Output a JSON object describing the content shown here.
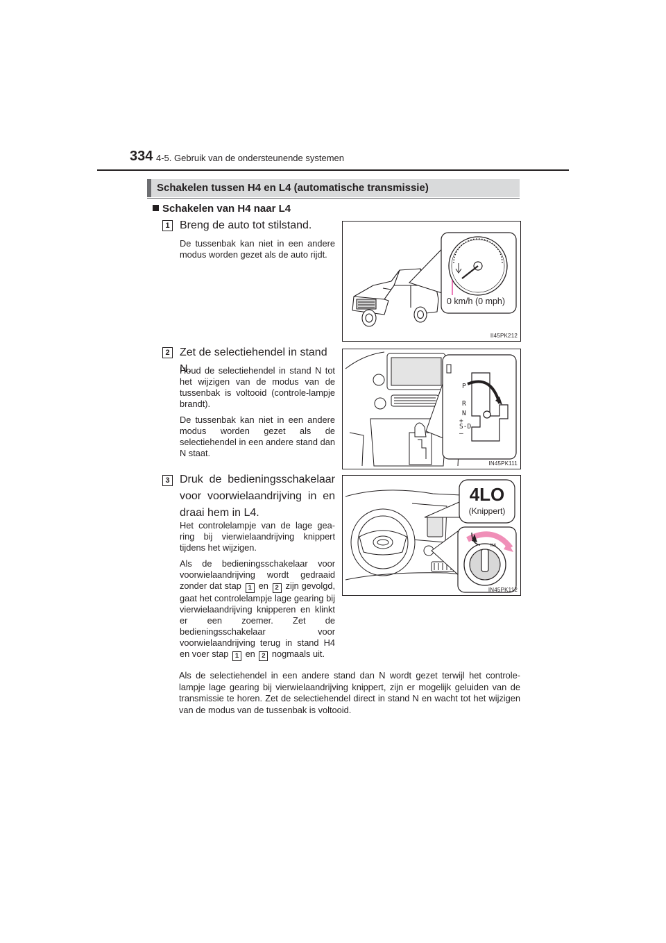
{
  "header": {
    "page_number": "334",
    "chapter": "4-5. Gebruik van de ondersteunende systemen"
  },
  "section": {
    "title": "Schakelen tussen H4 en L4 (automatische transmissie)",
    "subheading": "Schakelen van H4 naar L4"
  },
  "steps": [
    {
      "number": "1",
      "title": "Breng de auto tot stilstand.",
      "body": [
        "De tussenbak kan niet in een andere modus worden gezet als de auto rijdt."
      ],
      "figure": {
        "id": "II45PK212",
        "callout": "0 km/h (0 mph)"
      }
    },
    {
      "number": "2",
      "title": "Zet de selectiehendel in stand N.",
      "body": [
        "Houd de selectiehendel in stand N tot het wijzigen van de modus van de tussenbak is voltooid (controle-lampje brandt).",
        "De tussenbak kan niet in een andere modus worden gezet als de selectiehendel in een andere stand dan N staat."
      ],
      "figure": {
        "id": "IN45PK111",
        "gate_labels": [
          "P",
          "R",
          "N",
          "+",
          "S-D",
          "–"
        ]
      }
    },
    {
      "number": "3",
      "title": "Druk de bedieningsschakelaar voor voorwielaandrijving in en draai hem in L4.",
      "body_1": "Het controlelampje van de lage gea-ring bij vierwielaandrijving knippert tijdens het wijzigen.",
      "body_2": {
        "part1": "Als de bedieningsschakelaar voor voorwielaandrijving wordt gedraaid zonder dat stap",
        "ref1": "1",
        "part2": "en",
        "ref2": "2",
        "part3": "zijn gevolgd, gaat het controlelampje lage gearing bij vierwielaandrijving knipperen en klinkt er een zoemer. Zet de bedieningsschakelaar voor voorwielaandrijving terug in stand H4 en voer stap",
        "ref3": "1",
        "part4": "en",
        "ref4": "2",
        "part5": "nogmaals uit."
      },
      "figure": {
        "id": "IN45PK112",
        "indicator": "4LO",
        "indicator_note": "(Knippert)",
        "dial_label": "H4"
      }
    }
  ],
  "note": "Als de selectiehendel in een andere stand dan N wordt gezet terwijl het controle-lampje lage gearing bij vierwielaandrijving knippert, zijn er mogelijk geluiden van de transmissie te horen. Zet de selectiehendel direct in stand N en wacht tot het wijzigen van de modus van de tussenbak is voltooid.",
  "colors": {
    "section_bar": "#d9dadb",
    "section_accent": "#6d6e71",
    "callout_line": "#e0218a",
    "arrow_pink": "#f08fb8"
  }
}
